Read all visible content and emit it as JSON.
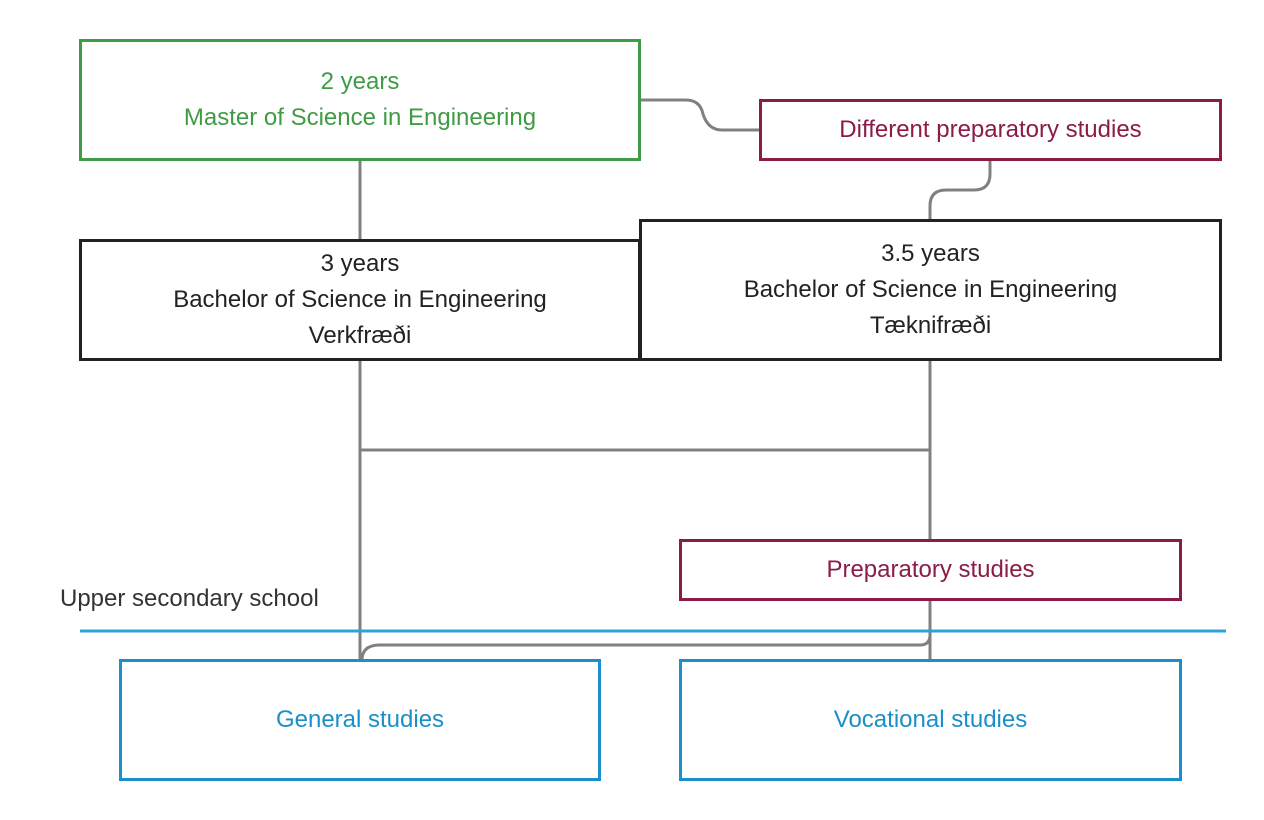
{
  "diagram": {
    "master": {
      "duration": "2 years",
      "degree": "Master of Science in Engineering"
    },
    "different_prep": {
      "label": "Different preparatory studies"
    },
    "bachelor_verk": {
      "duration": "3 years",
      "degree": "Bachelor of Science in Engineering",
      "field": "Verkfræði"
    },
    "bachelor_taekni": {
      "duration": "3.5 years",
      "degree": "Bachelor of Science in Engineering",
      "field": "Tæknifræði"
    },
    "prep": {
      "label": "Preparatory studies"
    },
    "upper_secondary": {
      "label": "Upper secondary school"
    },
    "general": {
      "label": "General studies"
    },
    "vocational": {
      "label": "Vocational studies"
    }
  },
  "colors": {
    "graduate": "#3f9c45",
    "preparatory": "#8c1b47",
    "bachelor": "#222222",
    "secondary": "#1a8fc9",
    "connector": "#808080"
  }
}
